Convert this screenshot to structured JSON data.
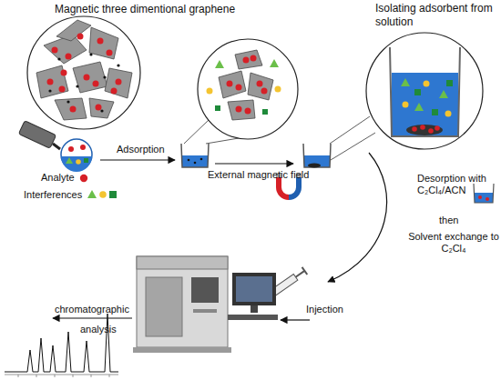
{
  "diagram": {
    "nodes": [
      {
        "text": [
          "Magnetic three dimentional graphene"
        ]
      },
      {
        "text": [
          "Isolating adsorbent from solution"
        ]
      }
    ],
    "labels": [
      "Adsorption",
      "External magnetic field",
      "Desorption with C₂Cl₄/ACN",
      "then",
      "Solvent exchange to C₂Cl₄",
      "Injection",
      "chromatographic",
      "analysis"
    ],
    "legend": [
      {
        "text": "Analyte",
        "color": "#d62027"
      },
      {
        "text": "Interferences"
      }
    ]
  }
}
